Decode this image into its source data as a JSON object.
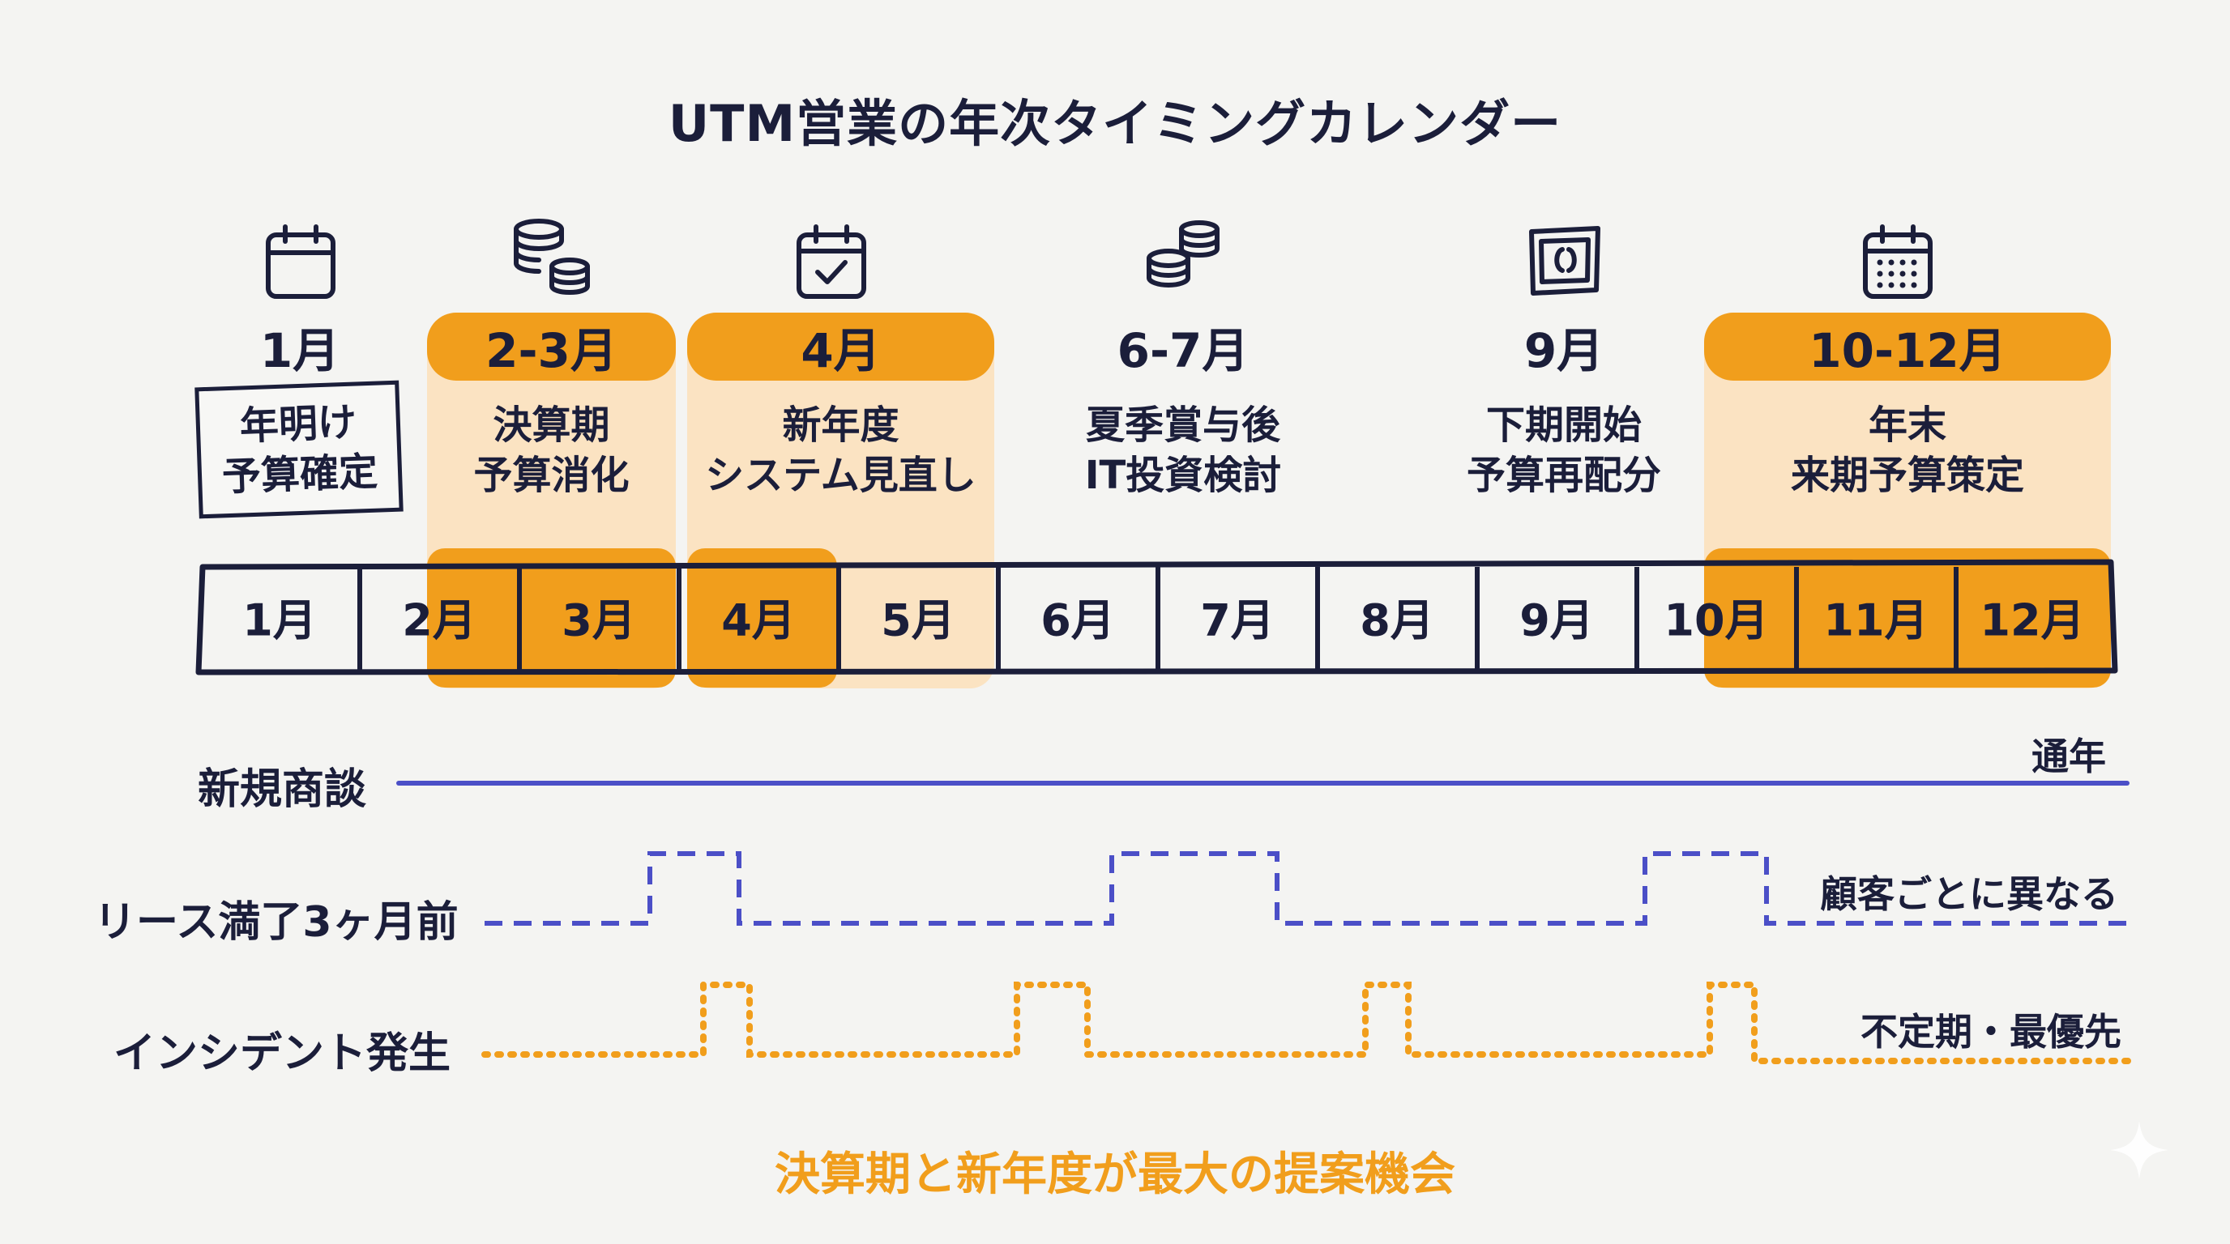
{
  "title": "UTM営業の年次タイミングカレンダー",
  "colors": {
    "accent": "#f19e1c",
    "accent_light": "#fbe3c2",
    "navy": "#1b1e3a",
    "indigo": "#4b4fc7"
  },
  "periods": [
    {
      "label": "1月",
      "icon": "calendar-icon",
      "desc": [
        "年明け",
        "予算確定"
      ]
    },
    {
      "label": "2-3月",
      "icon": "coins-stack-icon",
      "desc": [
        "決算期",
        "予算消化"
      ]
    },
    {
      "label": "4月",
      "icon": "calendar-check-icon",
      "desc": [
        "新年度",
        "システム見直し"
      ]
    },
    {
      "label": "6-7月",
      "icon": "coins-icon",
      "desc": [
        "夏季賞与後",
        "IT投資検討"
      ]
    },
    {
      "label": "9月",
      "icon": "banknote-icon",
      "desc": [
        "下期開始",
        "予算再配分"
      ]
    },
    {
      "label": "10-12月",
      "icon": "calendar-grid-icon",
      "desc": [
        "年末",
        "来期予算策定"
      ]
    }
  ],
  "months": [
    "1月",
    "2月",
    "3月",
    "4月",
    "5月",
    "6月",
    "7月",
    "8月",
    "9月",
    "10月",
    "11月",
    "12月"
  ],
  "rows": [
    {
      "label": "新規商談",
      "note": "通年"
    },
    {
      "label": "リース満了3ヶ月前",
      "note": "顧客ごとに異なる"
    },
    {
      "label": "インシデント発生",
      "note": "不定期・最優先"
    }
  ],
  "footer": "決算期と新年度が最大の提案機会"
}
